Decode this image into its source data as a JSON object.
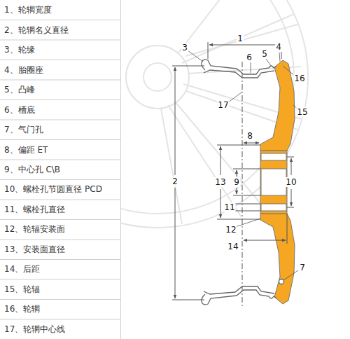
{
  "diagram": {
    "labels": [
      "1、轮辋宽度",
      "2、轮辋名义直径",
      "3、轮缘",
      "4、胎圈座",
      "5、凸峰",
      "6、槽底",
      "7、气门孔",
      "8、偏距 ET",
      "9、中心孔 C\\B",
      "10、螺栓孔节圆直径 PCD",
      "11、螺栓孔直径",
      "12、轮辐安装面",
      "13、安装面直径",
      "14、后距",
      "15、轮辐",
      "16、轮辋",
      "17、轮辋中心线",
      "3",
      "1",
      "6",
      "5",
      "4",
      "16",
      "17",
      "15",
      "8",
      "2",
      "13",
      "9",
      "10",
      "11",
      "12",
      "14",
      "7"
    ]
  }
}
